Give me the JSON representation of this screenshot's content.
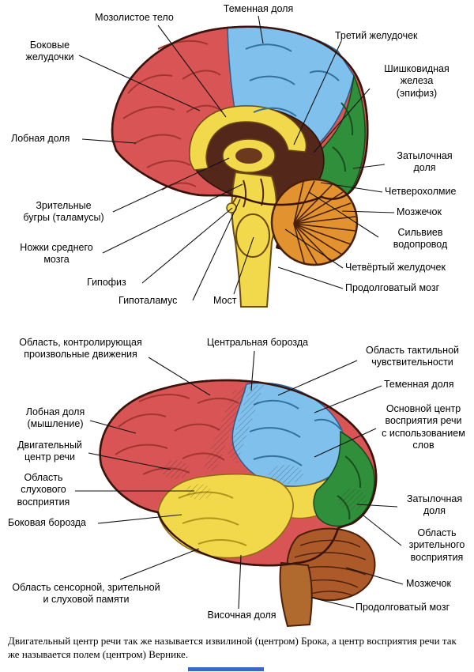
{
  "palette": {
    "frontal_red": "#d95555",
    "parietal_blue": "#7fc0ec",
    "occipital_green": "#2f8f3a",
    "temporal_yellow": "#f2d94b",
    "cerebellum_orange": "#e2932f",
    "cerebellum_brown": "#ad5a2a",
    "inner_brown": "#53281a",
    "outline": "#3a140c",
    "label_color": "#000000",
    "background": "#ffffff"
  },
  "sagittal": {
    "labels": {
      "corpus_callosum": "Мозолистое тело",
      "parietal_lobe": "Теменная доля",
      "third_ventricle": "Третий желудочек",
      "lateral_ventricles": "Боковые\nжелудочки",
      "pineal_gland": "Шишковидная\nжелеза\n(эпифиз)",
      "frontal_lobe": "Лобная доля",
      "occipital_lobe": "Затылочная\nдоля",
      "quadrigeminal_plate": "Четверохолмие",
      "thalamus": "Зрительные\nбугры (таламусы)",
      "cerebellum": "Мозжечок",
      "sylvian_aqueduct": "Сильвиев\nводопровод",
      "cerebral_peduncles": "Ножки среднего\nмозга",
      "fourth_ventricle": "Четвёртый желудочек",
      "pituitary": "Гипофиз",
      "medulla": "Продолговатый мозг",
      "hypothalamus": "Гипоталамус",
      "pons": "Мост"
    }
  },
  "lateral": {
    "labels": {
      "voluntary_movement_area": "Область, контролирующая\nпроизвольные движения",
      "central_sulcus": "Центральная борозда",
      "tactile_area": "Область тактильной\nчувствительности",
      "parietal_lobe": "Теменная доля",
      "frontal_lobe": "Лобная доля\n(мышление)",
      "speech_perception_center": "Основной центр\nвосприятия речи\nс использованием\nслов",
      "motor_speech_center": "Двигательный\nцентр речи",
      "auditory_area": "Область\nслухового\nвосприятия",
      "occipital_lobe": "Затылочная\nдоля",
      "lateral_sulcus": "Боковая борозда",
      "visual_area": "Область\nзрительного\nвосприятия",
      "memory_area": "Область сенсорной, зрительной\nи слуховой памяти",
      "cerebellum": "Мозжечок",
      "temporal_lobe": "Височная доля",
      "medulla": "Продолговатый мозг"
    }
  },
  "caption": "Двигательный центр речи так же называется извилиной (центром) Брока, а центр восприятия речи так же называется полем (центром) Вернике."
}
